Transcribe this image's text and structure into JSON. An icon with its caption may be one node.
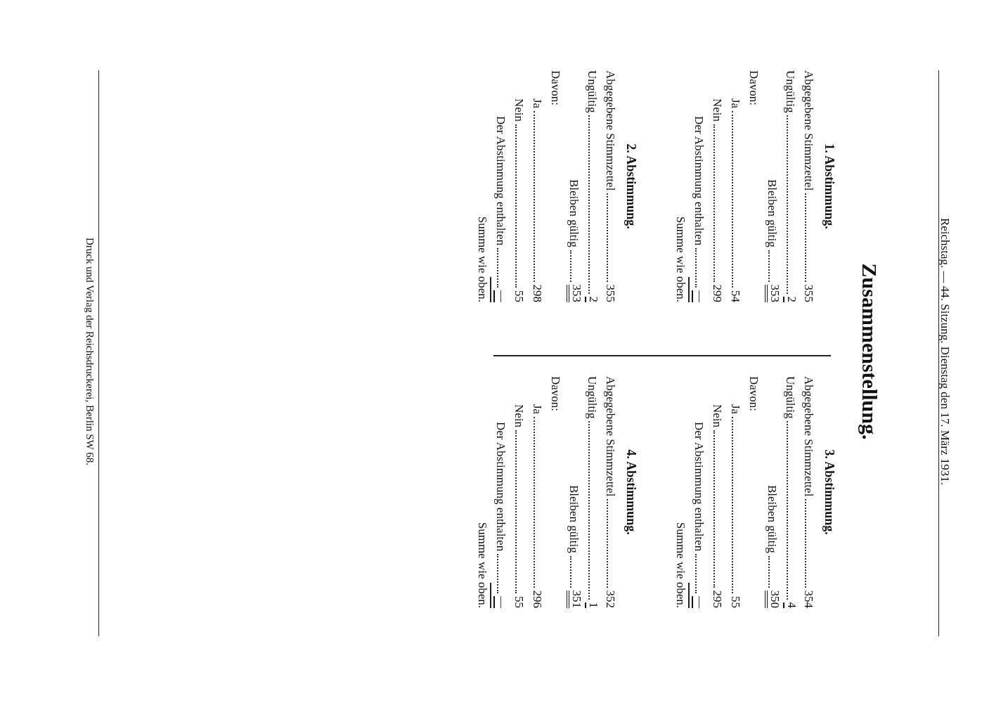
{
  "diagram": {
    "title": "Zusammenstellung.",
    "labels": [
      "Reichstag. — 44. Sitzung. Dienstag den 17. März 1931.",
      "1. Abstimmung.",
      "Abgegebene Stimmzettel",
      "355",
      "Ungültig",
      "2",
      "Bleiben gültig",
      "353",
      "Davon:",
      "Ja",
      "54",
      "Nein",
      "299",
      "Der Abstimmung enthalten",
      "—",
      "Summe wie oben.",
      "2. Abstimmung.",
      "Abgegebene Stimmzettel",
      "355",
      "Ungültig",
      "2",
      "Bleiben gültig",
      "353",
      "Davon:",
      "Ja",
      "298",
      "Nein",
      "55",
      "Der Abstimmung enthalten",
      "—",
      "Summe wie oben.",
      "3. Abstimmung.",
      "Abgegebene Stimmzettel",
      "354",
      "Ungültig",
      "4",
      "Bleiben gültig",
      "350",
      "Davon:",
      "Ja",
      "55",
      "Nein",
      "295",
      "Der Abstimmung enthalten",
      "—",
      "Summe wie oben.",
      "4. Abstimmung.",
      "Abgegebene Stimmzettel",
      "352",
      "Ungültig",
      "1",
      "Bleiben gültig",
      "351",
      "Davon:",
      "Ja",
      "296",
      "Nein",
      "55",
      "Der Abstimmung enthalten",
      "—",
      "Summe wie oben.",
      "Druck und Verlag der Reichsdruckerei, Berlin SW 68."
    ]
  }
}
